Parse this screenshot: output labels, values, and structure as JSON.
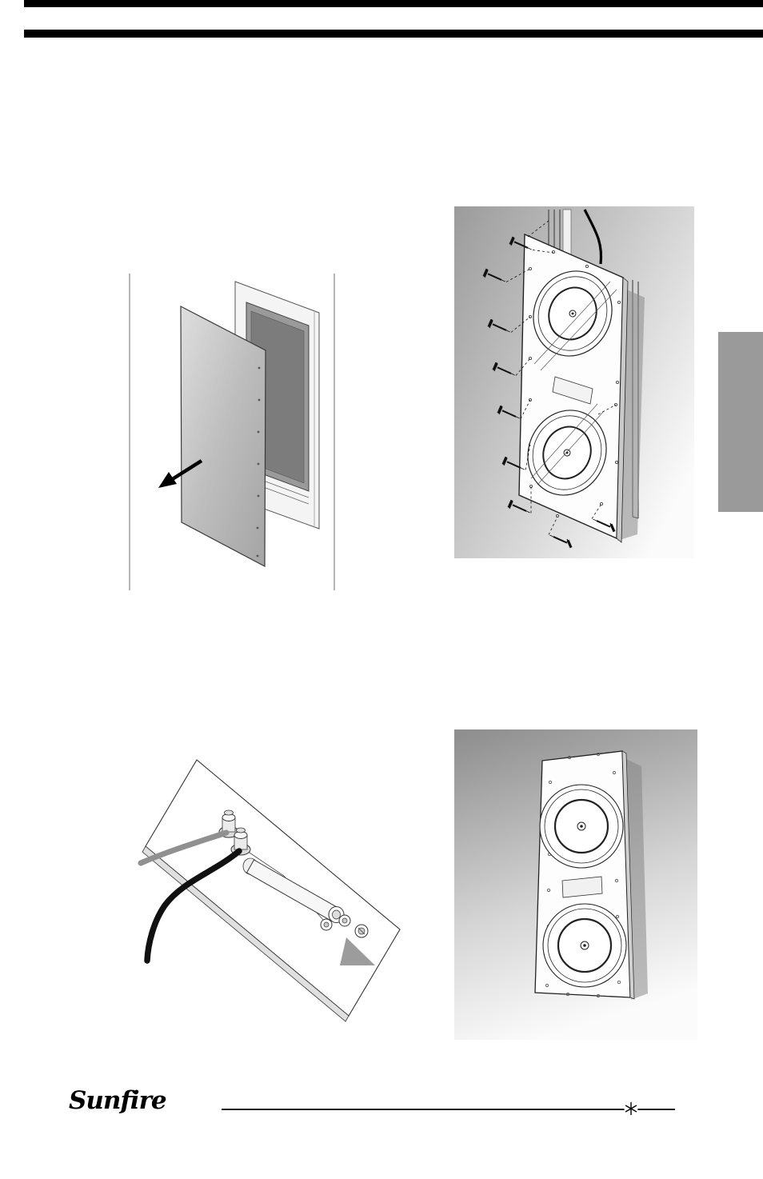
{
  "footer": {
    "brand": "Sunfire",
    "mark_icon": "asterisk-icon"
  },
  "figures": {
    "top_left": "grille-removal-illustration",
    "top_right": "baffle-screw-mounting-illustration",
    "bottom_left": "binding-post-connection-illustration",
    "bottom_right": "installed-subwoofer-illustration"
  },
  "icons": {
    "arrow": "removal-direction-arrow-icon",
    "screws": "mounting-screw-icon",
    "woofers": "woofer-driver-icon",
    "posts": "binding-post-icon",
    "cables": "speaker-cable-icon"
  },
  "colors": {
    "top_rules": "#000000",
    "side_tab": "#9a9a9a",
    "figure_shade_dark": "#9b9b9b",
    "figure_shade_light": "#fbfbfb",
    "line_art": "#222222"
  }
}
